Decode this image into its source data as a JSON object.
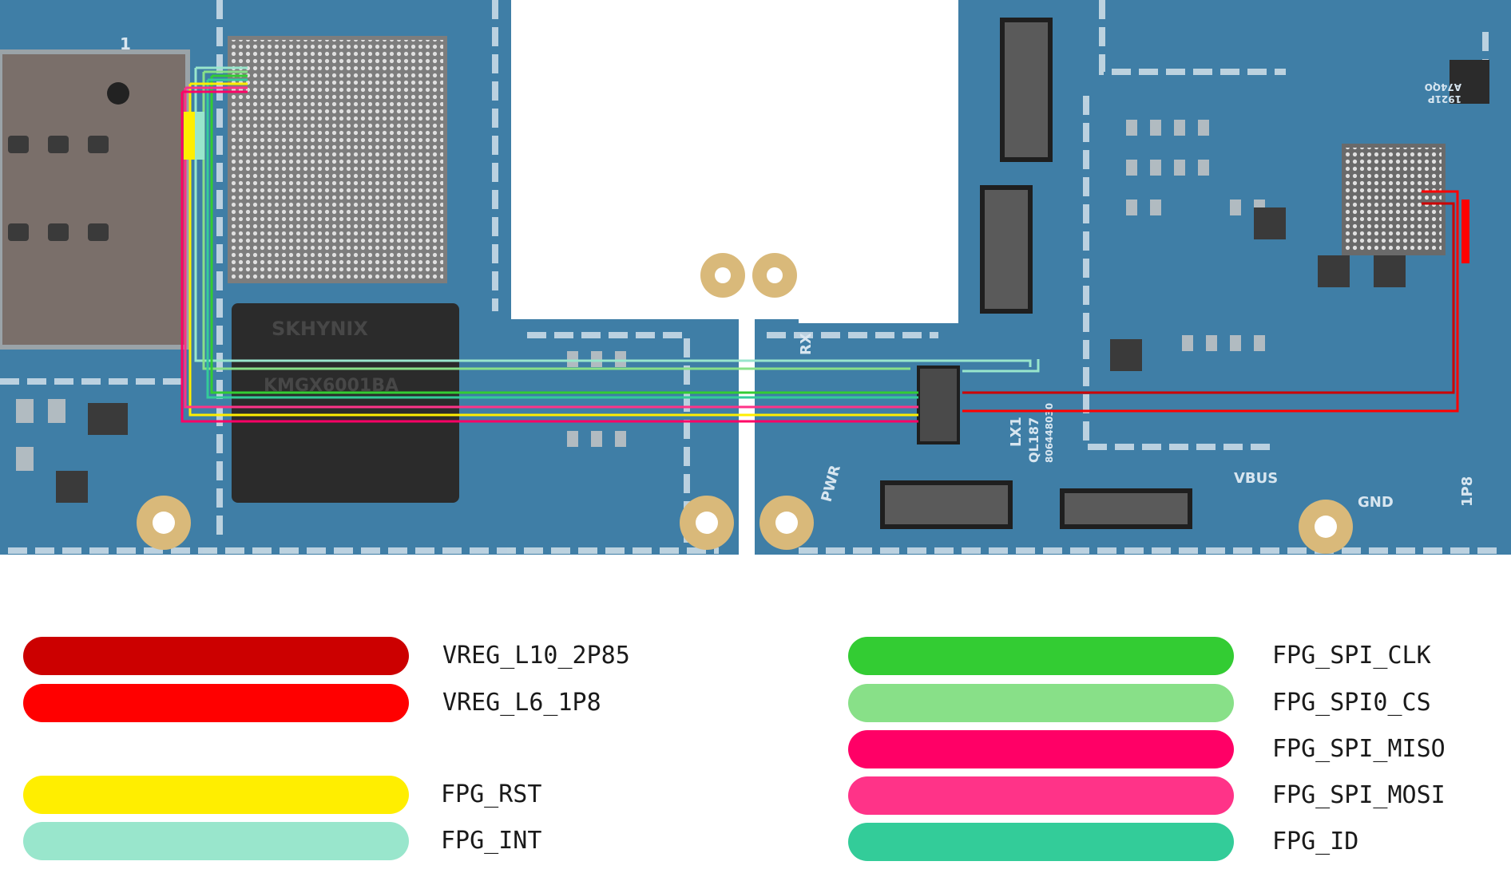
{
  "board": {
    "labels": {
      "rx": "RX",
      "pwr": "PWR",
      "vbus": "VBUS",
      "gnd": "GND",
      "p1p8": "1P8",
      "chip_top_marking": "SKHYNIX",
      "chip_part_marking": "KMGX6001BA",
      "connector_marking_1": "LX1",
      "connector_marking_2": "QL187",
      "connector_marking_3": "806448030",
      "ic_marking_1": "1921P",
      "ic_marking_2": "A74QO",
      "component_label_1": "1"
    },
    "colors": {
      "pcb": "#3f7ea6",
      "pcb_dark": "#2f6a91",
      "silkscreen": "#e6eef3",
      "gold": "#d9b97a",
      "chip": "#2b2b2b"
    }
  },
  "legend": {
    "left": [
      {
        "label": "VREG_L10_2P85",
        "color": "#cc0000"
      },
      {
        "label": "VREG_L6_1P8",
        "color": "#ff0000"
      },
      {
        "label": "FPG_RST",
        "color": "#ffee00"
      },
      {
        "label": "FPG_INT",
        "color": "#99e6cc"
      }
    ],
    "right": [
      {
        "label": "FPG_SPI_CLK",
        "color": "#33cc33"
      },
      {
        "label": "FPG_SPI0_CS",
        "color": "#88e088"
      },
      {
        "label": "FPG_SPI_MISO",
        "color": "#ff0066"
      },
      {
        "label": "FPG_SPI_MOSI",
        "color": "#ff3388"
      },
      {
        "label": "FPG_ID",
        "color": "#33cc99"
      }
    ]
  }
}
